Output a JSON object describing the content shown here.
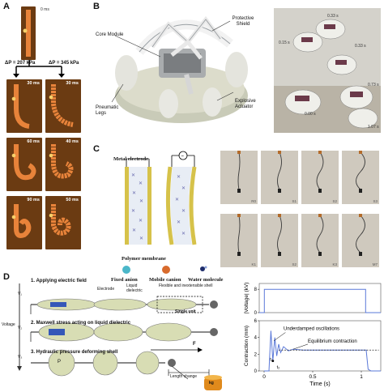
{
  "panelA": {
    "letter": "A",
    "t0": "0 ms",
    "pressure_left": "ΔP = 207 kPa",
    "pressure_right": "ΔP = 345 kPa",
    "left_times": [
      "30 ms",
      "60 ms",
      "90 ms"
    ],
    "right_times": [
      "30 ms",
      "40 ms",
      "50 ms"
    ]
  },
  "panelB": {
    "letter": "B",
    "labels": {
      "core_module": "Core Module",
      "protective_shield": "Protective Shield",
      "pneumatic_legs": "Pneumatic Legs",
      "explosive_actuator": "Explosive Actuator"
    },
    "photo_times": [
      "0.33 s",
      "0.15 s",
      "0.33 s",
      "0.73 s",
      "0.00 s",
      "1.07 s"
    ]
  },
  "panelC": {
    "letter": "C",
    "metal_electrode": "Metal electrode",
    "polymer_membrane": "Polymer membrane",
    "fixed_anion": "Fixed anion",
    "mobile_cation": "Mobile canion",
    "water_molecule": "Water molecule",
    "photo_tags_top": [
      "R0",
      "S1",
      "S2",
      "S3"
    ],
    "photo_tags_bottom": [
      "K1",
      "S2",
      "K3",
      "M7"
    ]
  },
  "panelD": {
    "letter": "D",
    "voltage_arrow": "Voltage",
    "step1": "1. Applying electric field",
    "step2": "2. Maxwell stress acting on liquid dielectric",
    "step3": "3. Hydraulic pressure deforming shell",
    "electrode": "Electrode",
    "liquid_dielectric": "Liquid dielectric",
    "flexible_shell": "Flexible and inextensible shell",
    "single_unit": "Single unit",
    "force": "F",
    "length_change": "Length change",
    "mass_label": "kg",
    "v1": "V₁",
    "v2": "V₂",
    "v3": "V₃",
    "p_label": "P"
  },
  "chart_data": [
    {
      "type": "line",
      "ylabel": "|Voltage| (kV)",
      "yticks": [
        "0",
        "8"
      ],
      "ylim": [
        0,
        10
      ],
      "xlim": [
        0,
        1.2
      ],
      "series": [
        {
          "x": [
            0,
            0.05,
            0.05,
            1.05,
            1.05,
            1.2
          ],
          "y": [
            0,
            0,
            8,
            8,
            0,
            0
          ]
        }
      ]
    },
    {
      "type": "line",
      "ylabel": "Contraction (mm)",
      "xlabel": "Time (s)",
      "xticks": [
        "0",
        "0.5",
        "1"
      ],
      "yticks": [
        "0",
        "2",
        "4",
        "6"
      ],
      "ylim": [
        0,
        6
      ],
      "xlim": [
        -0.05,
        1.2
      ],
      "annotations": [
        "Underdamped oscillations",
        "Equilibrium contraction"
      ],
      "marker_labels": [
        "t₁",
        "t₂"
      ],
      "series": [
        {
          "x": [
            0,
            0.05,
            0.07,
            0.09,
            0.11,
            0.13,
            0.15,
            0.17,
            0.2,
            0.25,
            0.3,
            0.4,
            0.5,
            0.6,
            0.7,
            0.8,
            0.9,
            1.0,
            1.05,
            1.07,
            1.1,
            1.2
          ],
          "y": [
            0,
            0,
            4.8,
            1.2,
            4.0,
            1.8,
            3.2,
            2.2,
            2.9,
            2.4,
            2.6,
            2.5,
            2.5,
            2.5,
            2.5,
            2.5,
            2.5,
            2.5,
            2.5,
            0.2,
            0,
            0
          ]
        }
      ]
    }
  ]
}
